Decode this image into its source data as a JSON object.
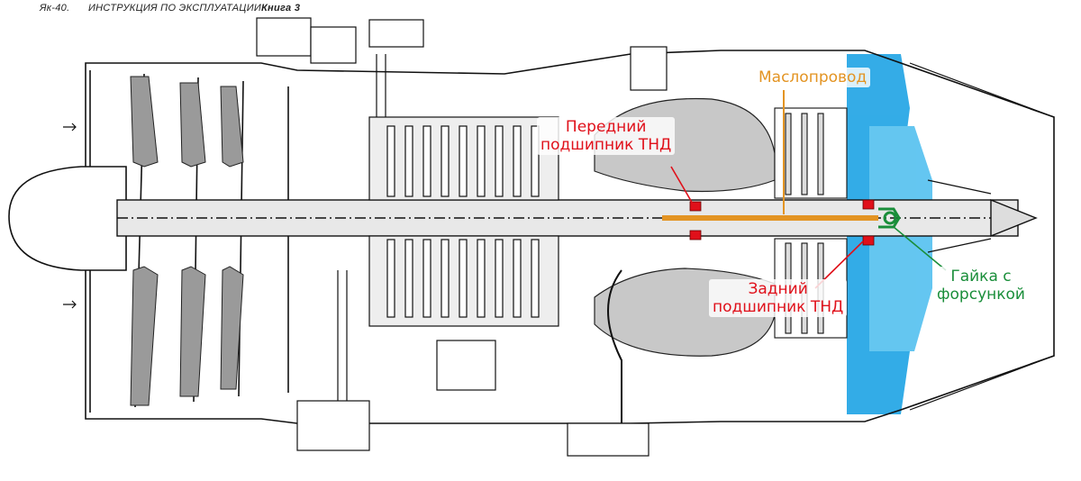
{
  "header": {
    "left": "Як-40.",
    "title": "ИНСТРУКЦИЯ ПО ЭКСПЛУАТАЦИИ.",
    "book": "Книга 3"
  },
  "annotations": {
    "oil_line": "Маслопровод",
    "front_bearing": [
      "Передний",
      "подшипник ТНД"
    ],
    "rear_bearing": [
      "Задний",
      "подшипник ТНД"
    ],
    "nut": [
      "Гайка с",
      "форсункой"
    ]
  },
  "colors": {
    "oil_line": "#e39423",
    "bearing": "#e0101a",
    "nut": "#1a8e3a",
    "nozzle_fill": "#29a8e6",
    "casing_grey": "#c8c8c8"
  }
}
